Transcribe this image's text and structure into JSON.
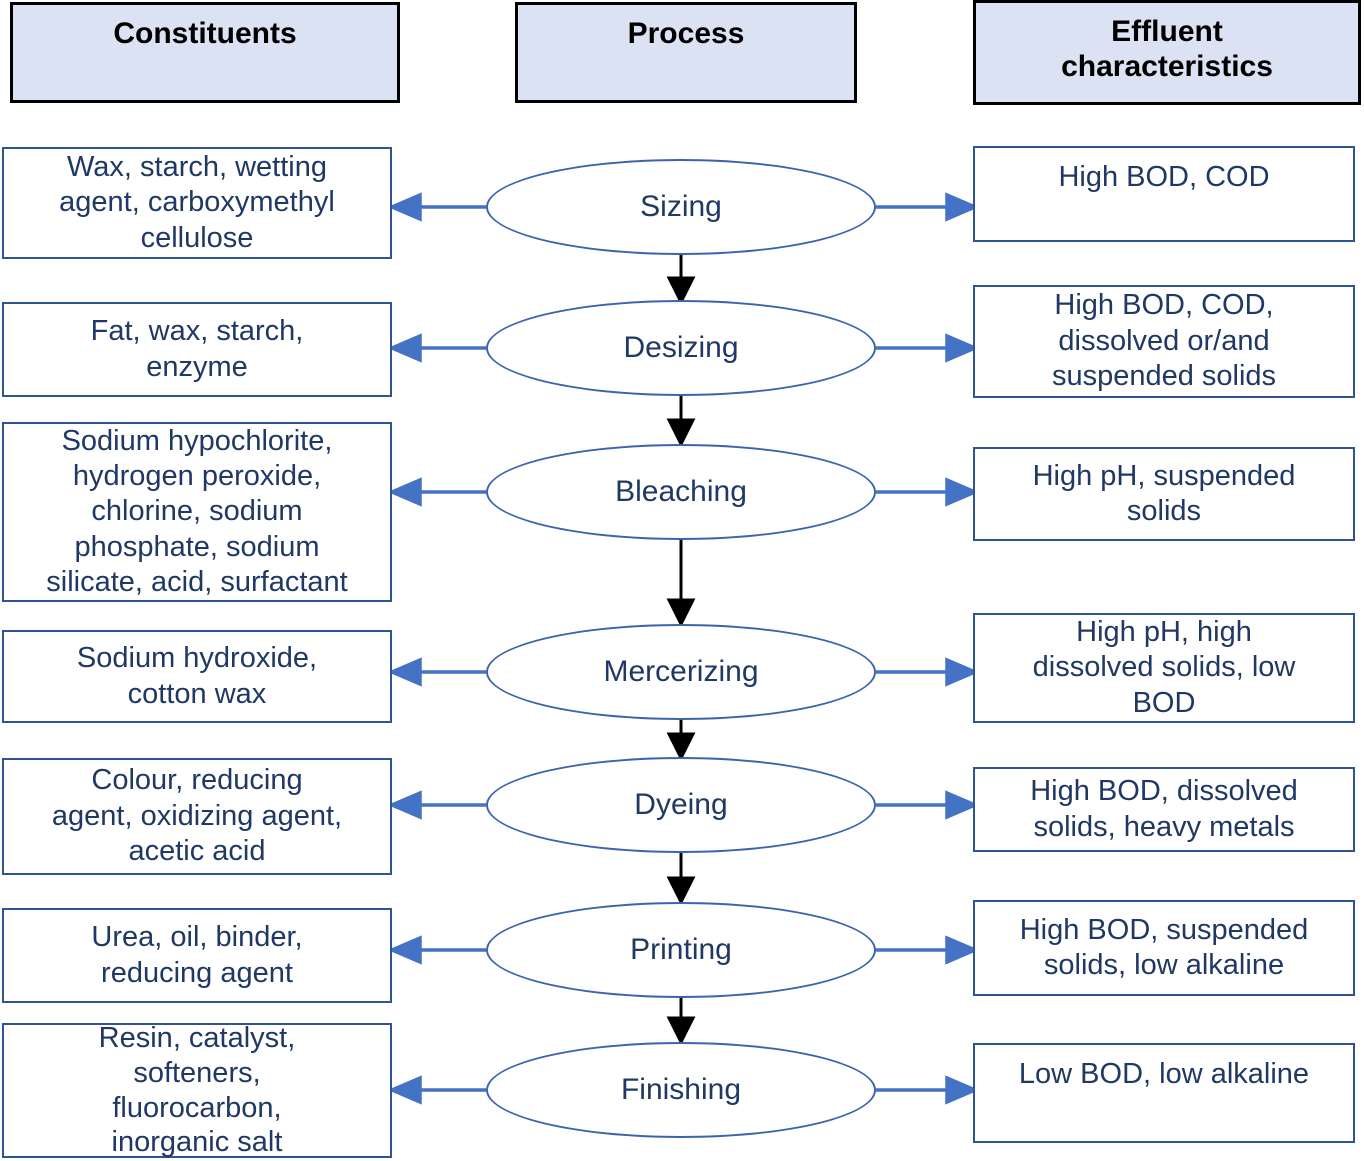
{
  "headers": {
    "constituents": "Constituents",
    "process": "Process",
    "effluent": "Effluent\ncharacteristics"
  },
  "rows": [
    {
      "process": "Sizing",
      "constituents": "Wax, starch, wetting\nagent, carboxymethyl\ncellulose",
      "effluent": "High BOD, COD"
    },
    {
      "process": "Desizing",
      "constituents": "Fat, wax, starch,\nenzyme",
      "effluent": "High BOD, COD,\ndissolved or/and\nsuspended solids"
    },
    {
      "process": "Bleaching",
      "constituents": "Sodium hypochlorite,\nhydrogen peroxide,\nchlorine, sodium\nphosphate, sodium\nsilicate, acid, surfactant",
      "effluent": "High pH, suspended\nsolids"
    },
    {
      "process": "Mercerizing",
      "constituents": "Sodium hydroxide,\ncotton wax",
      "effluent": "High pH, high\ndissolved solids, low\nBOD"
    },
    {
      "process": "Dyeing",
      "constituents": "Colour, reducing\nagent, oxidizing agent,\nacetic acid",
      "effluent": "High BOD, dissolved\nsolids, heavy metals"
    },
    {
      "process": "Printing",
      "constituents": "Urea, oil, binder,\nreducing agent",
      "effluent": "High BOD, suspended\nsolids, low alkaline"
    },
    {
      "process": "Finishing",
      "constituents": "Resin, catalyst,\nsofteners,\nfluorocarbon,\ninorganic salt",
      "effluent": "Low BOD, low alkaline"
    }
  ],
  "colors": {
    "header_fill": "#dbe2f3",
    "header_border": "#000000",
    "box_border": "#2f5496",
    "ellipse_border": "#3c63ae",
    "text_navy": "#1f3864",
    "arrow_blue": "#4472c4",
    "arrow_black": "#000000"
  }
}
